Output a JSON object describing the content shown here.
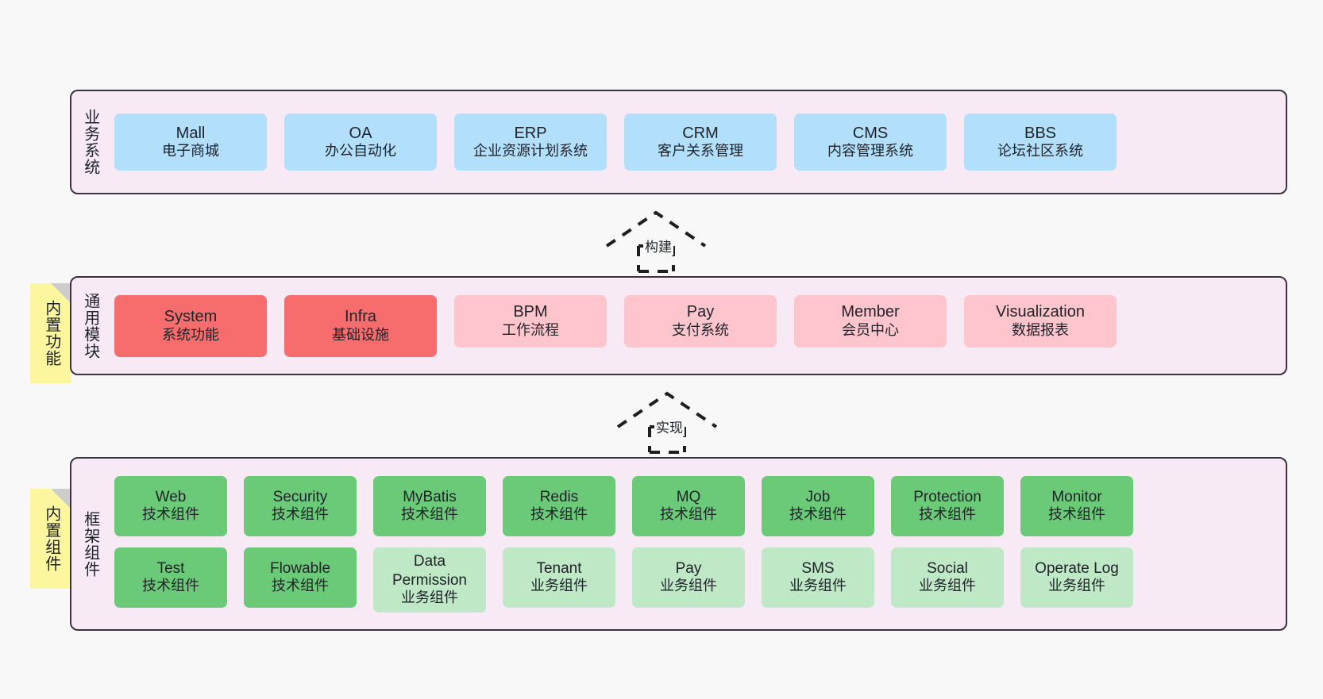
{
  "diagram": {
    "background": "#f8f8f8",
    "band_fill": "#f7eaf5",
    "band_stroke": "#3a3340",
    "note_fill": "#fcf79e",
    "colors": {
      "business": "#b1dffc",
      "core_module": "#f76c6c",
      "module": "#ffc5cd",
      "tech_component": "#6aca78",
      "biz_component": "#bfe8c6"
    }
  },
  "bands": {
    "business": {
      "title": "业务系统",
      "tiles": [
        {
          "en": "Mall",
          "cn": "电子商城"
        },
        {
          "en": "OA",
          "cn": "办公自动化"
        },
        {
          "en": "ERP",
          "cn": "企业资源计划系统"
        },
        {
          "en": "CRM",
          "cn": "客户关系管理"
        },
        {
          "en": "CMS",
          "cn": "内容管理系统"
        },
        {
          "en": "BBS",
          "cn": "论坛社区系统"
        }
      ]
    },
    "modules": {
      "title": "通用模块",
      "note": "内置功能",
      "tiles": [
        {
          "en": "System",
          "cn": "系统功能",
          "variant": "core"
        },
        {
          "en": "Infra",
          "cn": "基础设施",
          "variant": "core"
        },
        {
          "en": "BPM",
          "cn": "工作流程",
          "variant": "normal"
        },
        {
          "en": "Pay",
          "cn": "支付系统",
          "variant": "normal"
        },
        {
          "en": "Member",
          "cn": "会员中心",
          "variant": "normal"
        },
        {
          "en": "Visualization",
          "cn": "数据报表",
          "variant": "normal"
        }
      ]
    },
    "framework": {
      "title": "框架组件",
      "note": "内置组件",
      "row1": [
        {
          "en": "Web",
          "cn": "技术组件"
        },
        {
          "en": "Security",
          "cn": "技术组件"
        },
        {
          "en": "MyBatis",
          "cn": "技术组件"
        },
        {
          "en": "Redis",
          "cn": "技术组件"
        },
        {
          "en": "MQ",
          "cn": "技术组件"
        },
        {
          "en": "Job",
          "cn": "技术组件"
        },
        {
          "en": "Protection",
          "cn": "技术组件"
        },
        {
          "en": "Monitor",
          "cn": "技术组件"
        }
      ],
      "row2": [
        {
          "en": "Test",
          "cn": "技术组件",
          "variant": "tech"
        },
        {
          "en": "Flowable",
          "cn": "技术组件",
          "variant": "tech"
        },
        {
          "en": "Data Permission",
          "cn": "业务组件",
          "variant": "biz"
        },
        {
          "en": "Tenant",
          "cn": "业务组件",
          "variant": "biz"
        },
        {
          "en": "Pay",
          "cn": "业务组件",
          "variant": "biz"
        },
        {
          "en": "SMS",
          "cn": "业务组件",
          "variant": "biz"
        },
        {
          "en": "Social",
          "cn": "业务组件",
          "variant": "biz"
        },
        {
          "en": "Operate Log",
          "cn": "业务组件",
          "variant": "biz"
        }
      ]
    }
  },
  "connectors": [
    {
      "label": "构建"
    },
    {
      "label": "实现"
    }
  ]
}
